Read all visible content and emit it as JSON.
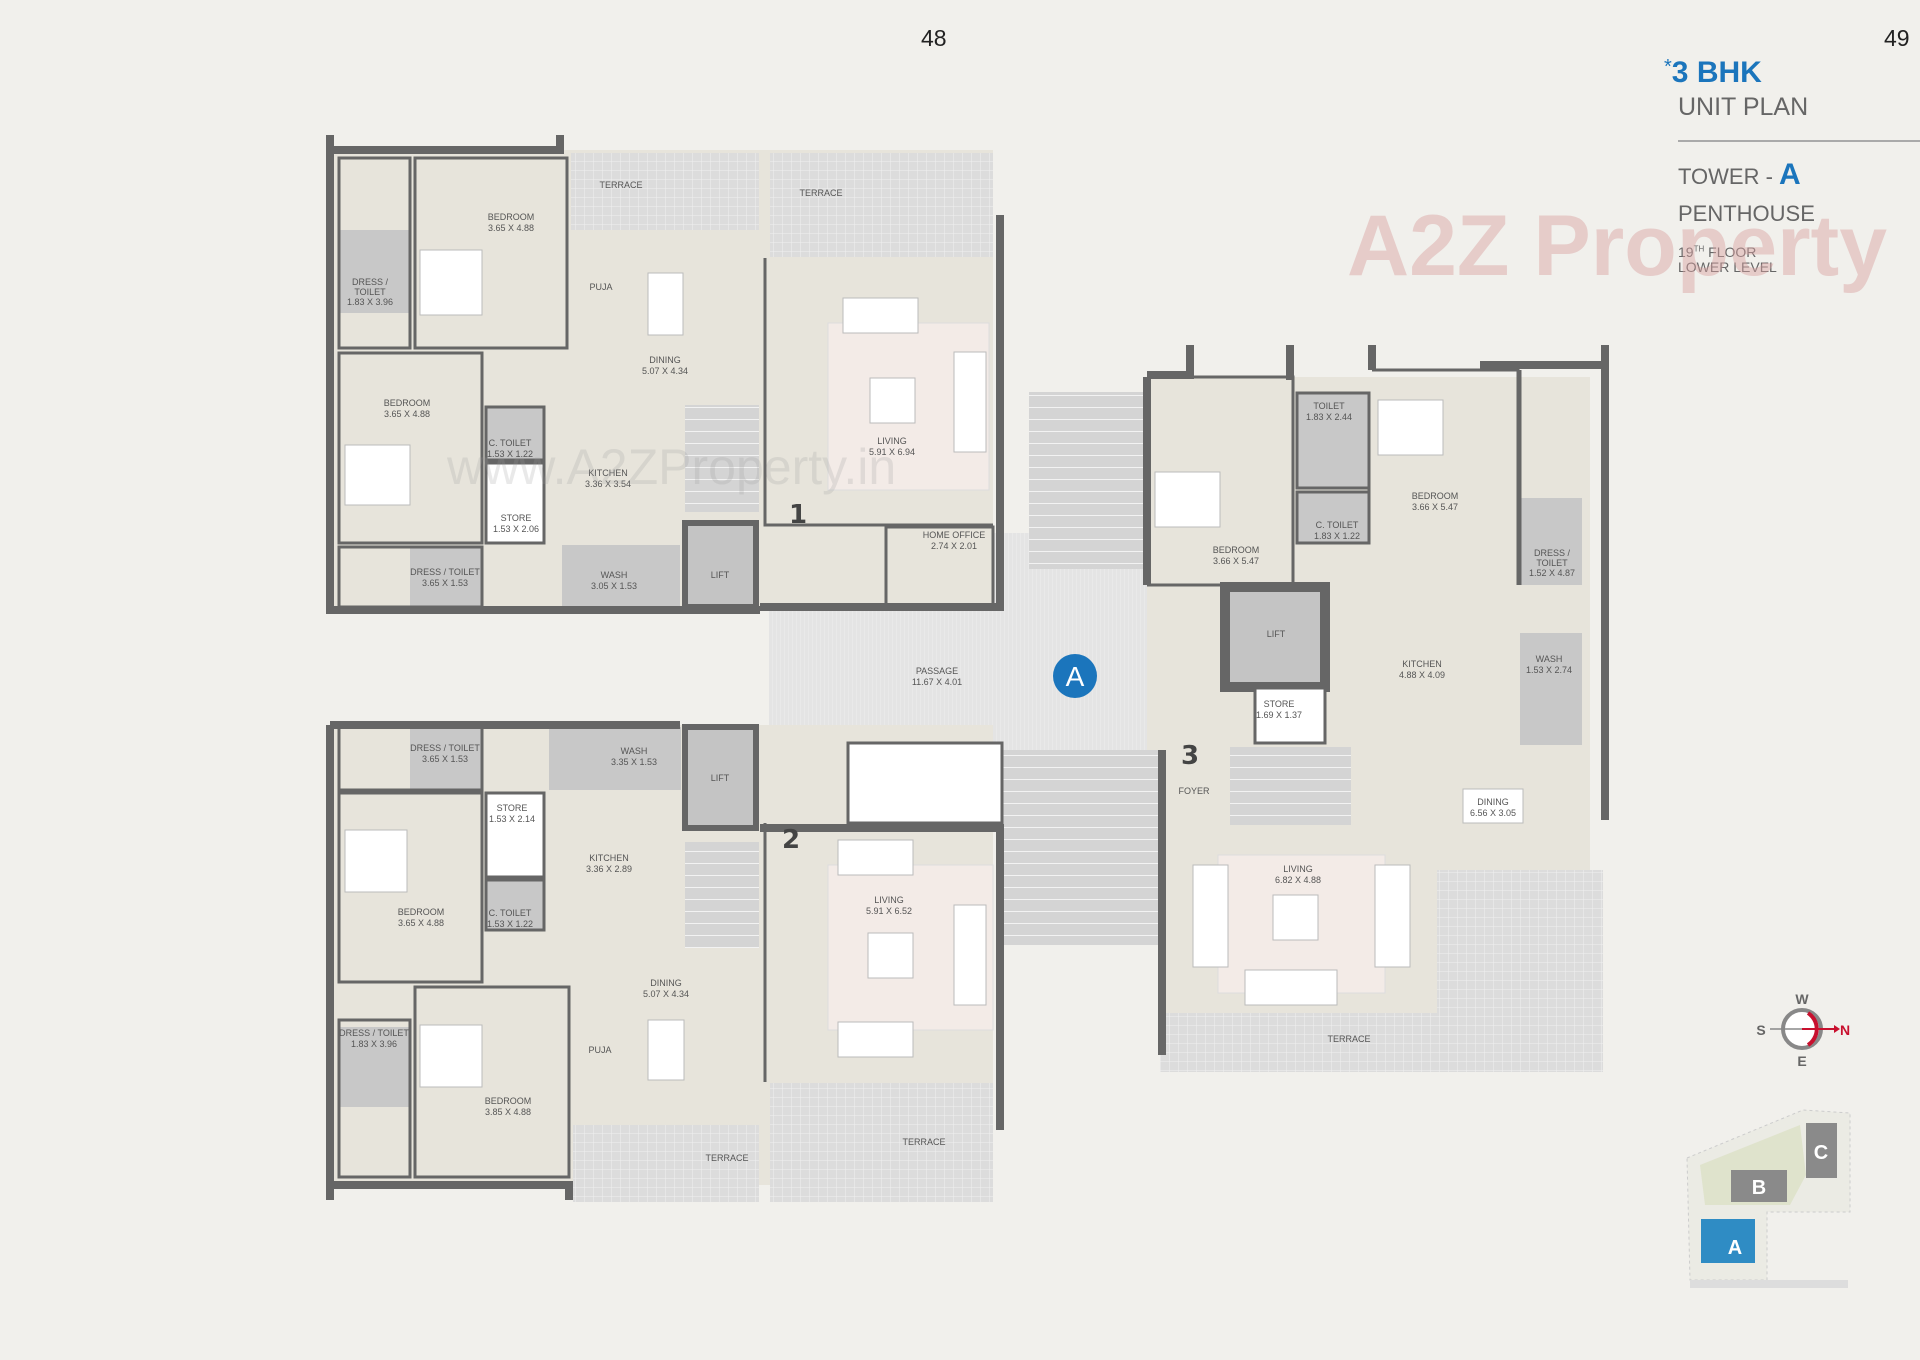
{
  "page_numbers": {
    "left": "48",
    "right": "49"
  },
  "title": {
    "asterisk": "*",
    "bhk": "3 BHK",
    "unit_plan": "UNIT PLAN",
    "tower_label": "TOWER -",
    "tower_letter": "A",
    "type": "PENTHOUSE",
    "floor_num": "19",
    "floor_sup": "TH",
    "floor_word": "FLOOR",
    "level": "LOWER LEVEL"
  },
  "colors": {
    "accent": "#1b75bc",
    "wall": "#666666",
    "room": "#e7e4db",
    "wet": "#c8c8c8",
    "north": "#c8102e"
  },
  "watermarks": {
    "logo": "A2Z Property",
    "url": "www.A2ZProperty.in"
  },
  "core": {
    "passage": {
      "name": "PASSAGE",
      "dims": "11.67 X 4.01"
    },
    "tower_badge": "A",
    "lift": "LIFT"
  },
  "unit1": {
    "number": "1",
    "rooms": [
      {
        "name": "BEDROOM",
        "dims": "3.65 X 4.88"
      },
      {
        "name": "DRESS /",
        "dims": "TOILET",
        "dims2": "1.83 X 3.96"
      },
      {
        "name": "PUJA"
      },
      {
        "name": "DINING",
        "dims": "5.07 X 4.34"
      },
      {
        "name": "BEDROOM",
        "dims": "3.65 X 4.88"
      },
      {
        "name": "C. TOILET",
        "dims": "1.53 X 1.22"
      },
      {
        "name": "KITCHEN",
        "dims": "3.36 X 3.54"
      },
      {
        "name": "STORE",
        "dims": "1.53 X 2.06"
      },
      {
        "name": "DRESS / TOILET",
        "dims": "3.65 X 1.53"
      },
      {
        "name": "WASH",
        "dims": "3.05 X 1.53"
      },
      {
        "name": "LIFT"
      },
      {
        "name": "HOME OFFICE",
        "dims": "2.74 X 2.01"
      },
      {
        "name": "LIVING",
        "dims": "5.91 X 6.94"
      },
      {
        "name": "TERRACE"
      },
      {
        "name": "TERRACE"
      }
    ]
  },
  "unit2": {
    "number": "2",
    "rooms": [
      {
        "name": "DRESS / TOILET",
        "dims": "3.65 X 1.53"
      },
      {
        "name": "WASH",
        "dims": "3.35 X 1.53"
      },
      {
        "name": "LIFT"
      },
      {
        "name": "STORE",
        "dims": "1.53 X 2.14"
      },
      {
        "name": "KITCHEN",
        "dims": "3.36 X 2.89"
      },
      {
        "name": "C. TOILET",
        "dims": "1.53 X 1.22"
      },
      {
        "name": "BEDROOM",
        "dims": "3.65 X 4.88"
      },
      {
        "name": "DINING",
        "dims": "5.07 X 4.34"
      },
      {
        "name": "PUJA"
      },
      {
        "name": "DRESS / TOILET",
        "dims": "1.83 X 3.96"
      },
      {
        "name": "BEDROOM",
        "dims": "3.85 X 4.88"
      },
      {
        "name": "LIVING",
        "dims": "5.91 X 6.52"
      },
      {
        "name": "TERRACE"
      },
      {
        "name": "TERRACE"
      }
    ]
  },
  "unit3": {
    "number": "3",
    "rooms": [
      {
        "name": "BEDROOM",
        "dims": "3.66 X 5.47"
      },
      {
        "name": "TOILET",
        "dims": "1.83 X 2.44"
      },
      {
        "name": "C. TOILET",
        "dims": "1.83 X 1.22"
      },
      {
        "name": "BEDROOM",
        "dims": "3.66 X 5.47"
      },
      {
        "name": "DRESS /",
        "dims": "TOILET",
        "dims2": "1.52 X 4.87"
      },
      {
        "name": "LIFT"
      },
      {
        "name": "KITCHEN",
        "dims": "4.88 X 4.09"
      },
      {
        "name": "WASH",
        "dims": "1.53 X 2.74"
      },
      {
        "name": "STORE",
        "dims": "1.69 X 1.37"
      },
      {
        "name": "FOYER"
      },
      {
        "name": "DINING",
        "dims": "6.56 X 3.05"
      },
      {
        "name": "LIVING",
        "dims": "6.82 X 4.88"
      },
      {
        "name": "TERRACE"
      }
    ]
  },
  "compass": {
    "w": "W",
    "s": "S",
    "n": "N",
    "e": "E"
  },
  "key_plan": {
    "towers": [
      "A",
      "B",
      "C"
    ],
    "highlighted": "A"
  }
}
